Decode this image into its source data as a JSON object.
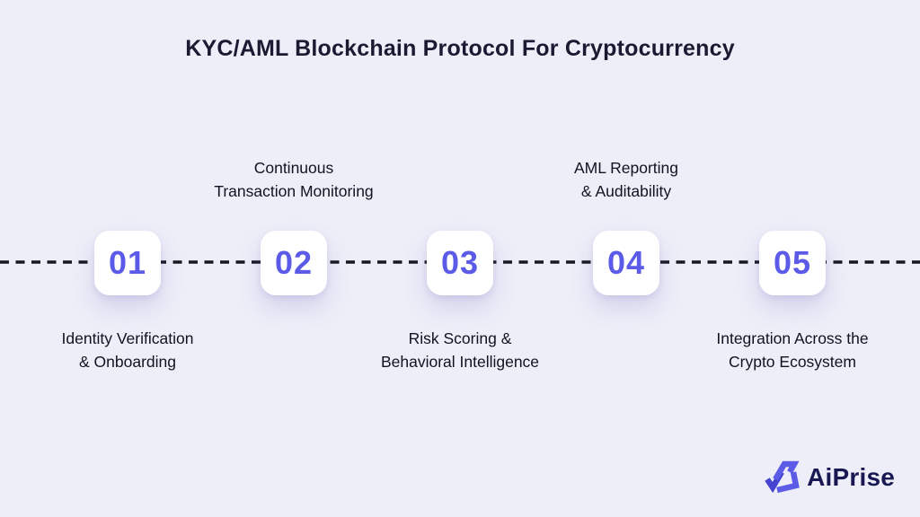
{
  "title": "KYC/AML Blockchain Protocol For Cryptocurrency",
  "colors": {
    "background": "#EEEEF8",
    "card": "#FFFFFF",
    "accent_number": "#5B5BE8",
    "dashed_line": "#17171F",
    "text_dark": "#121220",
    "logo_purple": "#5B5BE8",
    "logo_check_blue": "#4543CF",
    "logo_text": "#181852"
  },
  "timeline": {
    "style": "horizontal-dashed-line",
    "step_count": 5
  },
  "steps": [
    {
      "number": "01",
      "label": "Identity Verification & Onboarding",
      "lines": [
        "Identity Verification",
        "& Onboarding"
      ],
      "label_position": "below"
    },
    {
      "number": "02",
      "label": "Continuous Transaction Monitoring",
      "lines": [
        "Continuous",
        "Transaction Monitoring"
      ],
      "label_position": "above"
    },
    {
      "number": "03",
      "label": "Risk Scoring & Behavioral Intelligence",
      "lines": [
        "Risk Scoring &",
        "Behavioral Intelligence"
      ],
      "label_position": "below"
    },
    {
      "number": "04",
      "label": "AML Reporting & Auditability",
      "lines": [
        "AML Reporting",
        "& Auditability"
      ],
      "label_position": "above"
    },
    {
      "number": "05",
      "label": "Integration Across the Crypto Ecosystem",
      "lines": [
        "Integration Across the",
        "Crypto Ecosystem"
      ],
      "label_position": "below"
    }
  ],
  "logo": {
    "text": "AiPrise",
    "icon": "aiprise-triangle-check-icon"
  }
}
